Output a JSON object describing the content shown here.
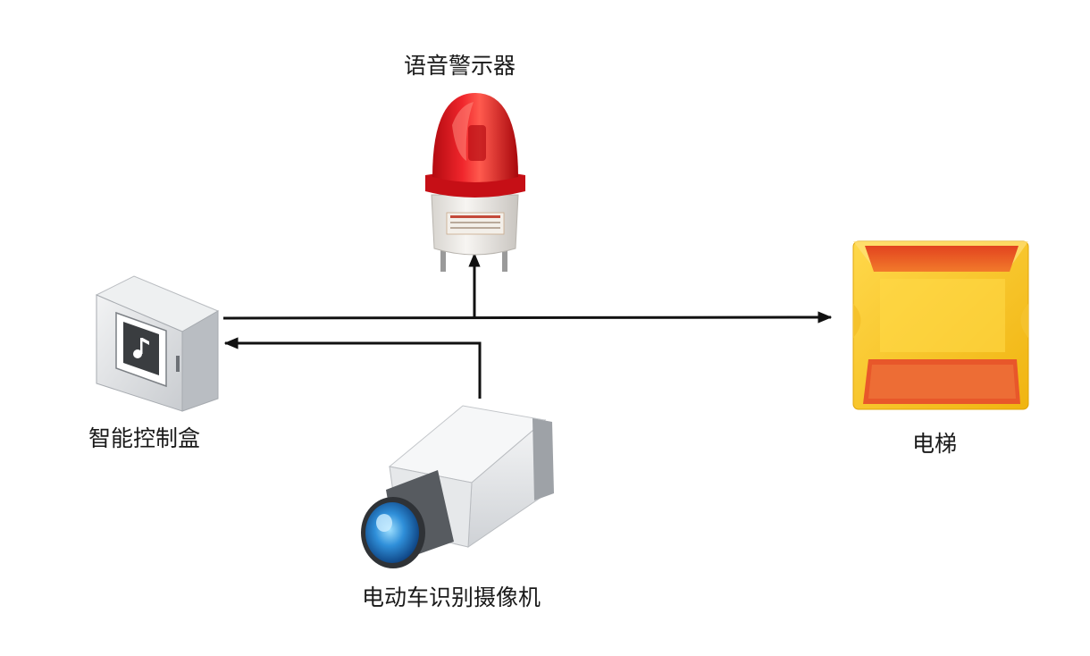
{
  "nodes": {
    "alarm": {
      "label": "语音警示器",
      "icon": "red-strobe-alarm-icon",
      "color": "#d8141c"
    },
    "control_box": {
      "label": "智能控制盒",
      "icon": "control-box-icon",
      "color": "#d9dcdf"
    },
    "elevator": {
      "label": "电梯",
      "icon": "yellow-reflector-icon",
      "color": "#f7c623"
    },
    "camera": {
      "label": "电动车识别摄像机",
      "icon": "camera-icon",
      "color": "#2a86d6"
    }
  },
  "edges": [
    {
      "from": "control_box",
      "to": "elevator"
    },
    {
      "from": "control_box",
      "to": "alarm"
    },
    {
      "from": "camera",
      "to": "control_box"
    }
  ],
  "colors": {
    "line": "#111111",
    "background": "#ffffff"
  }
}
